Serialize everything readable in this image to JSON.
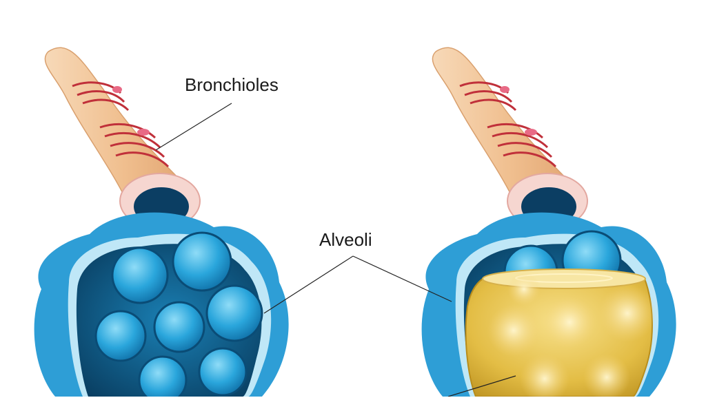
{
  "labels": {
    "bronchioles": "Bronchioles",
    "alveoli": "Alveoli"
  },
  "colors": {
    "background": "#ffffff",
    "tube": "#f2c59a",
    "muscle_band": "#c0303a",
    "alveolus_outer": "#2b9fd3",
    "alveolus_inner_dark": "#0d4f7a",
    "sac": "#2e9ed6",
    "fluid": "#e8c44a",
    "leader_line": "#222222"
  },
  "illustrations": [
    {
      "name": "normal-alveoli",
      "state": "healthy"
    },
    {
      "name": "fluid-filled-alveoli",
      "state": "fluid"
    }
  ]
}
